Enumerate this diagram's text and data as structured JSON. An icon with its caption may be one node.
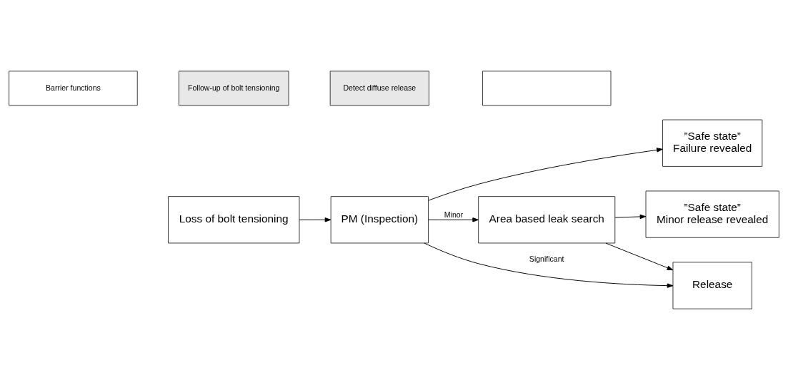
{
  "diagram": {
    "nodes": [
      {
        "text": [
          "Barrier functions"
        ]
      },
      {
        "text": [
          "Follow-up of bolt tensioning"
        ]
      },
      {
        "text": [
          "Detect diffuse release"
        ]
      },
      {
        "text": [],
        "shape": "box"
      },
      {
        "text": [
          "Loss of bolt tensioning"
        ]
      },
      {
        "text": [
          "PM (Inspection)"
        ]
      },
      {
        "text": [
          "”Safe state”",
          "Failure revealed"
        ]
      },
      {
        "text": [
          "Area based leak search"
        ]
      },
      {
        "text": [
          "”Safe state”",
          "Minor release revealed"
        ]
      },
      {
        "text": [
          "Release"
        ]
      }
    ],
    "edges": [
      {
        "from": 4,
        "to": 5,
        "arrow": "to"
      },
      {
        "from": 5,
        "to": 6,
        "arrow": "to"
      },
      {
        "from": 5,
        "to": 7,
        "arrow": "to",
        "label": "Minor"
      },
      {
        "from": 7,
        "to": 8,
        "arrow": "to"
      },
      {
        "from": 5,
        "to": 9,
        "arrow": "to",
        "label": "Significant"
      },
      {
        "from": 7,
        "to": 9,
        "arrow": "to"
      }
    ]
  }
}
